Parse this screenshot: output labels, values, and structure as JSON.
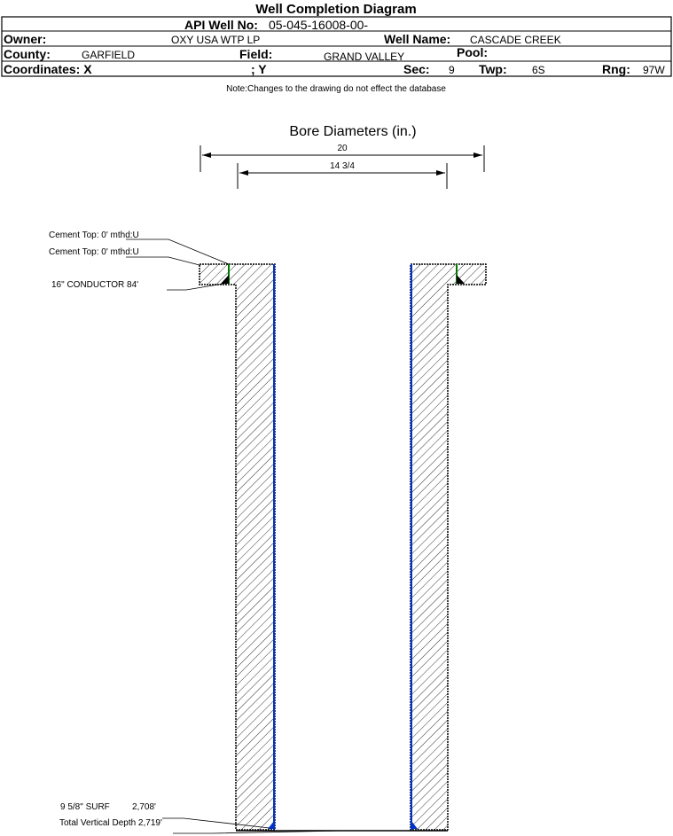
{
  "title": "Well Completion Diagram",
  "header": {
    "api_label": "API Well No:",
    "api_value": "05-045-16008-00-",
    "owner_label": "Owner:",
    "owner_value": "OXY USA WTP LP",
    "well_name_label": "Well Name:",
    "well_name_value": "CASCADE CREEK",
    "county_label": "County:",
    "county_value": "GARFIELD",
    "field_label": "Field:",
    "field_value": "GRAND VALLEY",
    "pool_label": "Pool:",
    "coord_x_label": "Coordinates: X",
    "coord_y_label": "; Y",
    "sec_label": "Sec:",
    "sec_value": "9",
    "twp_label": "Twp:",
    "twp_value": "6S",
    "rng_label": "Rng:",
    "rng_value": "97W"
  },
  "note": "Note:Changes to the drawing do not effect the database",
  "bore": {
    "title": "Bore Diameters (in.)",
    "diameters": [
      "20",
      "14 3/4"
    ]
  },
  "annotations": {
    "cement_top_1": "Cement Top: 0' mthd:U",
    "cement_top_2": "Cement Top: 0' mthd:U",
    "conductor": "16\" CONDUCTOR  84'",
    "surf_casing": "9 5/8\" SURF",
    "surf_depth": "2,708'",
    "tvd": "Total Vertical Depth 2,719'"
  },
  "colors": {
    "casing": "#0033cc",
    "cement": "#007a00",
    "line": "#000000"
  }
}
